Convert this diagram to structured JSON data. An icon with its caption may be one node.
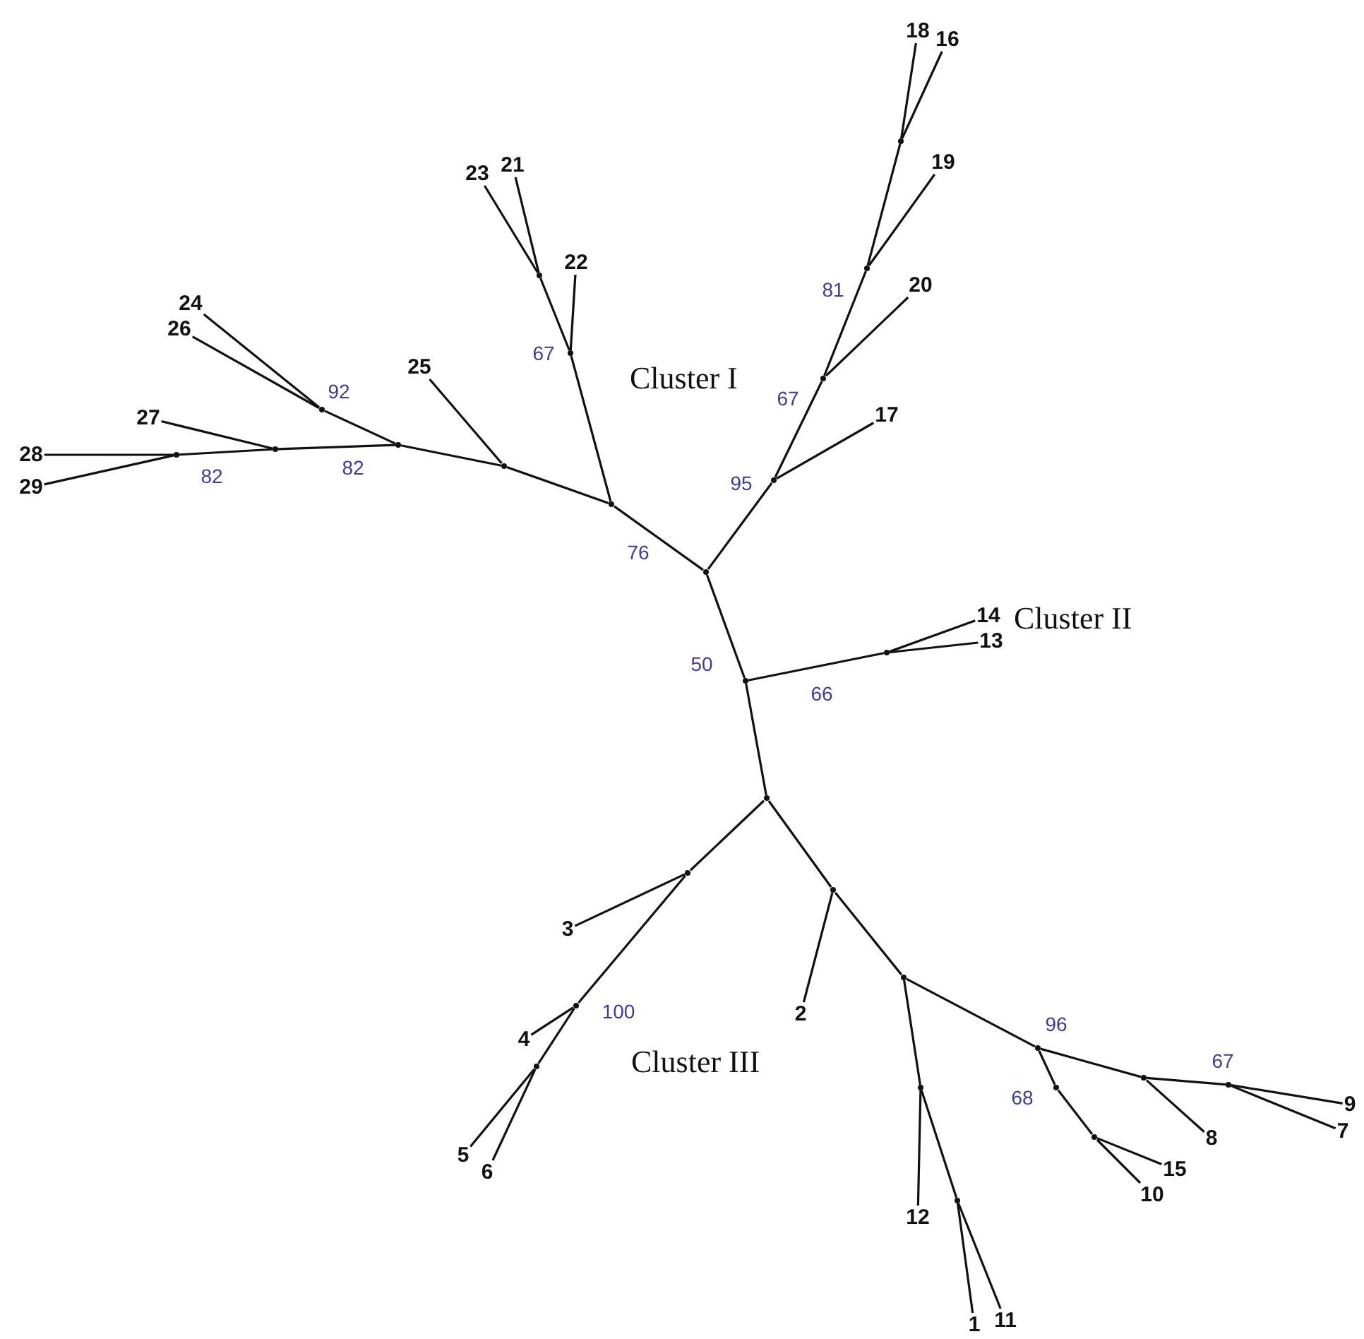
{
  "diagram": {
    "nodes": [
      {
        "text": [
          "18"
        ]
      },
      {
        "text": [
          "16"
        ]
      },
      {
        "text": [
          "21"
        ]
      },
      {
        "text": [
          "23"
        ]
      },
      {
        "text": [
          "19"
        ]
      },
      {
        "text": [
          "22"
        ]
      },
      {
        "text": [
          "20"
        ]
      },
      {
        "text": [
          "24"
        ]
      },
      {
        "text": [
          "26"
        ]
      },
      {
        "text": [
          "25"
        ]
      },
      {
        "text": [
          "17"
        ]
      },
      {
        "text": [
          "27"
        ]
      },
      {
        "text": [
          "28"
        ]
      },
      {
        "text": [
          "29"
        ]
      },
      {
        "text": [
          "14"
        ]
      },
      {
        "text": [
          "13"
        ]
      },
      {
        "text": [
          "3"
        ]
      },
      {
        "text": [
          "2"
        ]
      },
      {
        "text": [
          "4"
        ]
      },
      {
        "text": [
          "9"
        ]
      },
      {
        "text": [
          "7"
        ]
      },
      {
        "text": [
          "8"
        ]
      },
      {
        "text": [
          "5"
        ]
      },
      {
        "text": [
          "6"
        ]
      },
      {
        "text": [
          "15"
        ]
      },
      {
        "text": [
          "10"
        ]
      },
      {
        "text": [
          "12"
        ]
      },
      {
        "text": [
          "11"
        ]
      },
      {
        "text": [
          "1"
        ]
      },
      {
        "text": [],
        "shape": "point"
      },
      {
        "text": [],
        "shape": "point",
        "beside": [
          "81"
        ]
      },
      {
        "text": [],
        "shape": "point"
      },
      {
        "text": [],
        "shape": "point",
        "beside": [
          "67"
        ]
      },
      {
        "text": [],
        "shape": "point",
        "beside": [
          "67"
        ]
      },
      {
        "text": [],
        "shape": "point",
        "beside": [
          "92"
        ]
      },
      {
        "text": [],
        "shape": "point",
        "beside": [
          "82"
        ]
      },
      {
        "text": [],
        "shape": "point"
      },
      {
        "text": [],
        "shape": "point",
        "beside": [
          "82"
        ]
      },
      {
        "text": [],
        "shape": "point"
      },
      {
        "text": [],
        "shape": "point",
        "beside": [
          "95"
        ]
      },
      {
        "text": [],
        "shape": "point",
        "beside": [
          "76"
        ]
      },
      {
        "text": [],
        "shape": "point"
      },
      {
        "text": [],
        "shape": "point",
        "beside": [
          "66"
        ]
      },
      {
        "text": [],
        "shape": "point",
        "beside": [
          "50"
        ]
      },
      {
        "text": [],
        "shape": "point"
      },
      {
        "text": [],
        "shape": "point"
      },
      {
        "text": [],
        "shape": "point"
      },
      {
        "text": [],
        "shape": "point"
      },
      {
        "text": [],
        "shape": "point",
        "beside": [
          "100"
        ]
      },
      {
        "text": [],
        "shape": "point",
        "beside": [
          "96"
        ]
      },
      {
        "text": [],
        "shape": "point"
      },
      {
        "text": [],
        "shape": "point"
      },
      {
        "text": [],
        "shape": "point",
        "beside": [
          "67"
        ]
      },
      {
        "text": [],
        "shape": "point"
      },
      {
        "text": [],
        "shape": "point",
        "beside": [
          "68"
        ]
      },
      {
        "text": [],
        "shape": "point"
      },
      {
        "text": [],
        "shape": "point"
      }
    ],
    "edges": [
      {
        "from": 29,
        "to": 0,
        "arrow": "none"
      },
      {
        "from": 29,
        "to": 1,
        "arrow": "none"
      },
      {
        "from": 30,
        "to": 29,
        "arrow": "none"
      },
      {
        "from": 30,
        "to": 4,
        "arrow": "none"
      },
      {
        "from": 33,
        "to": 30,
        "arrow": "none"
      },
      {
        "from": 33,
        "to": 6,
        "arrow": "none"
      },
      {
        "from": 39,
        "to": 33,
        "arrow": "none"
      },
      {
        "from": 39,
        "to": 10,
        "arrow": "none"
      },
      {
        "from": 41,
        "to": 39,
        "arrow": "none"
      },
      {
        "from": 31,
        "to": 3,
        "arrow": "none"
      },
      {
        "from": 31,
        "to": 2,
        "arrow": "none"
      },
      {
        "from": 32,
        "to": 31,
        "arrow": "none"
      },
      {
        "from": 32,
        "to": 5,
        "arrow": "none"
      },
      {
        "from": 40,
        "to": 32,
        "arrow": "none"
      },
      {
        "from": 40,
        "to": 38,
        "arrow": "none"
      },
      {
        "from": 38,
        "to": 9,
        "arrow": "none"
      },
      {
        "from": 38,
        "to": 35,
        "arrow": "none"
      },
      {
        "from": 35,
        "to": 34,
        "arrow": "none"
      },
      {
        "from": 34,
        "to": 7,
        "arrow": "none"
      },
      {
        "from": 34,
        "to": 8,
        "arrow": "none"
      },
      {
        "from": 35,
        "to": 36,
        "arrow": "none"
      },
      {
        "from": 36,
        "to": 11,
        "arrow": "none"
      },
      {
        "from": 36,
        "to": 37,
        "arrow": "none"
      },
      {
        "from": 37,
        "to": 12,
        "arrow": "none"
      },
      {
        "from": 37,
        "to": 13,
        "arrow": "none"
      },
      {
        "from": 41,
        "to": 40,
        "arrow": "none"
      },
      {
        "from": 41,
        "to": 43,
        "arrow": "none"
      },
      {
        "from": 43,
        "to": 42,
        "arrow": "none"
      },
      {
        "from": 42,
        "to": 14,
        "arrow": "none"
      },
      {
        "from": 42,
        "to": 15,
        "arrow": "none"
      },
      {
        "from": 43,
        "to": 44,
        "arrow": "none"
      },
      {
        "from": 44,
        "to": 45,
        "arrow": "none"
      },
      {
        "from": 45,
        "to": 16,
        "arrow": "none"
      },
      {
        "from": 45,
        "to": 48,
        "arrow": "none"
      },
      {
        "from": 48,
        "to": 18,
        "arrow": "none"
      },
      {
        "from": 48,
        "to": 50,
        "arrow": "none"
      },
      {
        "from": 50,
        "to": 22,
        "arrow": "none"
      },
      {
        "from": 50,
        "to": 23,
        "arrow": "none"
      },
      {
        "from": 44,
        "to": 46,
        "arrow": "none"
      },
      {
        "from": 46,
        "to": 17,
        "arrow": "none"
      },
      {
        "from": 46,
        "to": 47,
        "arrow": "none"
      },
      {
        "from": 47,
        "to": 53,
        "arrow": "none"
      },
      {
        "from": 53,
        "to": 26,
        "arrow": "none"
      },
      {
        "from": 53,
        "to": 56,
        "arrow": "none"
      },
      {
        "from": 56,
        "to": 28,
        "arrow": "none"
      },
      {
        "from": 56,
        "to": 27,
        "arrow": "none"
      },
      {
        "from": 47,
        "to": 49,
        "arrow": "none"
      },
      {
        "from": 49,
        "to": 54,
        "arrow": "none"
      },
      {
        "from": 54,
        "to": 55,
        "arrow": "none"
      },
      {
        "from": 55,
        "to": 24,
        "arrow": "none"
      },
      {
        "from": 55,
        "to": 25,
        "arrow": "none"
      },
      {
        "from": 49,
        "to": 51,
        "arrow": "none"
      },
      {
        "from": 51,
        "to": 21,
        "arrow": "none"
      },
      {
        "from": 51,
        "to": 52,
        "arrow": "none"
      },
      {
        "from": 52,
        "to": 19,
        "arrow": "none"
      },
      {
        "from": 52,
        "to": 20,
        "arrow": "none"
      }
    ],
    "labels": [
      "Cluster I",
      "Cluster II",
      "Cluster III"
    ]
  }
}
